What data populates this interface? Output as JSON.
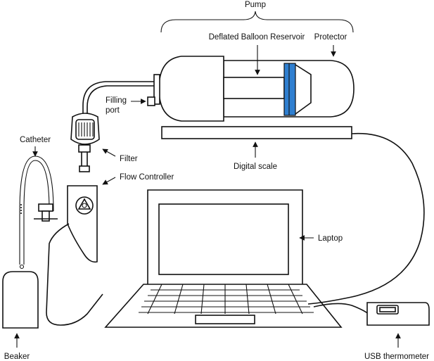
{
  "labels": {
    "pump": "Pump",
    "deflated_balloon_reservoir": "Deflated Balloon Reservoir",
    "protector": "Protector",
    "filling_port_line1": "Filling",
    "filling_port_line2": "port",
    "digital_scale": "Digital scale",
    "catheter": "Catheter",
    "filter": "Filter",
    "flow_controller": "Flow Controller",
    "laptop": "Laptop",
    "beaker": "Beaker",
    "usb_thermometer": "USB thermometer"
  },
  "colors": {
    "line": "#111111",
    "protector_band": "#2f7fd0",
    "background": "#ffffff"
  }
}
